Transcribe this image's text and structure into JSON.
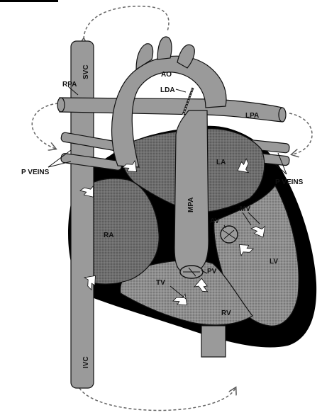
{
  "labels": {
    "ao": "AO",
    "lda": "LDA",
    "rpa": "RPA",
    "lpa": "LPA",
    "svc": "SVC",
    "ivc": "IVC",
    "mpa": "MPA",
    "la": "LA",
    "ra": "RA",
    "lv": "LV",
    "rv": "RV",
    "av": "AV",
    "mv": "MV",
    "pv": "PV",
    "tv": "TV",
    "p_veins_left": "P VEINS",
    "p_veins_right": "P VEINS"
  },
  "colors": {
    "background": "#ffffff",
    "vessel": "#9a9a9a",
    "vessel_outline": "#111111",
    "chamber_dark": "#2a2a2a",
    "chamber_light": "#8c8c8c",
    "outer_wall": "#000000",
    "arrow": "#ffffff"
  }
}
